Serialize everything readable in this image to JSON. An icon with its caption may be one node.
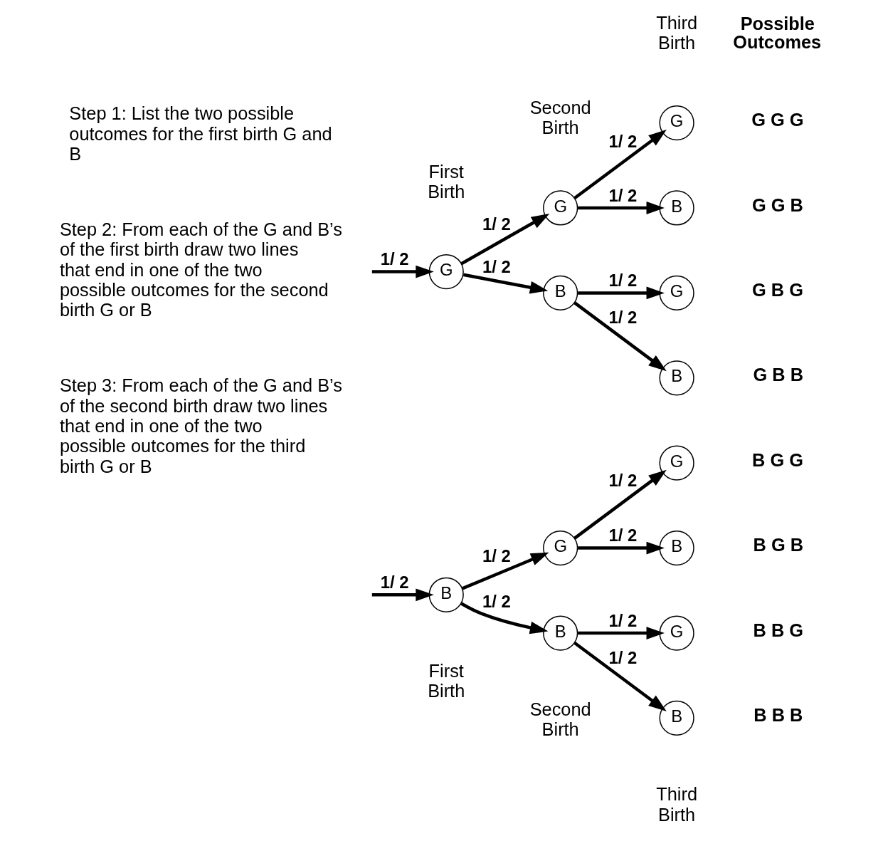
{
  "diagram": {
    "nodes": [
      {
        "text": [
          "G"
        ]
      },
      {
        "text": [
          "B"
        ]
      },
      {
        "text": [
          "G"
        ]
      },
      {
        "text": [
          "B"
        ]
      },
      {
        "text": [
          "G"
        ]
      },
      {
        "text": [
          "B"
        ]
      },
      {
        "text": [
          "G"
        ],
        "beside": [
          "G G G"
        ]
      },
      {
        "text": [
          "B"
        ],
        "beside": [
          "G G B"
        ]
      },
      {
        "text": [
          "G"
        ],
        "beside": [
          "G B G"
        ]
      },
      {
        "text": [
          "B"
        ],
        "beside": [
          "G B B"
        ]
      },
      {
        "text": [
          "G"
        ],
        "beside": [
          "B G G"
        ]
      },
      {
        "text": [
          "B"
        ],
        "beside": [
          "B G B"
        ]
      },
      {
        "text": [
          "G"
        ],
        "beside": [
          "B B G"
        ]
      },
      {
        "text": [
          "B"
        ],
        "beside": [
          "B B B"
        ]
      }
    ],
    "edges": [
      {
        "from": null,
        "to": 0,
        "arrow": "to",
        "label": "1/ 2"
      },
      {
        "from": null,
        "to": 1,
        "arrow": "to",
        "label": "1/ 2"
      },
      {
        "from": 0,
        "to": 2,
        "arrow": "to",
        "label": "1/ 2"
      },
      {
        "from": 0,
        "to": 3,
        "arrow": "to",
        "label": "1/ 2"
      },
      {
        "from": 1,
        "to": 4,
        "arrow": "to",
        "label": "1/ 2"
      },
      {
        "from": 1,
        "to": 5,
        "arrow": "to",
        "label": "1/ 2"
      },
      {
        "from": 2,
        "to": 6,
        "arrow": "to",
        "label": "1/ 2"
      },
      {
        "from": 2,
        "to": 7,
        "arrow": "to",
        "label": "1/ 2"
      },
      {
        "from": 3,
        "to": 8,
        "arrow": "to",
        "label": "1/ 2"
      },
      {
        "from": 3,
        "to": 9,
        "arrow": "to",
        "label": "1/ 2"
      },
      {
        "from": 4,
        "to": 10,
        "arrow": "to",
        "label": "1/ 2"
      },
      {
        "from": 4,
        "to": 11,
        "arrow": "to",
        "label": "1/ 2"
      },
      {
        "from": 5,
        "to": 12,
        "arrow": "to",
        "label": "1/ 2"
      },
      {
        "from": 5,
        "to": 13,
        "arrow": "to",
        "label": "1/ 2"
      }
    ],
    "labels": [
      "First Birth",
      "Second Birth",
      "Third Birth",
      "Possible Outcomes",
      "Step 1: List the two possible outcomes for the first birth G and B",
      "Step 2: From each of the G and B’s of the first birth draw two lines that end in one of the two possible outcomes for the second birth G or B",
      "Step 3: From each of the G and B’s of the second birth draw two lines that end in one of the two possible outcomes for the third birth G or B",
      "First Birth",
      "Second Birth",
      "Third Birth"
    ]
  }
}
